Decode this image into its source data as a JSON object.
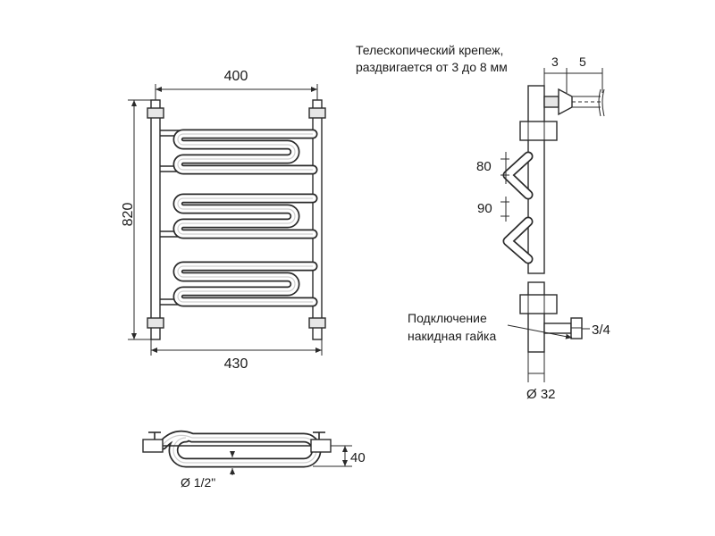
{
  "front_view": {
    "width_top": "400",
    "width_bottom": "430",
    "height": "820"
  },
  "side_view": {
    "telescopic_line1": "Телескопический крепеж,",
    "telescopic_line2": "раздвигается от 3 до 8 мм",
    "dim_3": "3",
    "dim_5": "5",
    "dim_80": "80",
    "dim_90": "90",
    "connection_line1": "Подключение",
    "connection_line2": "накидная гайка",
    "thread": "3/4",
    "diameter": "Ø 32"
  },
  "top_view": {
    "depth": "40",
    "pipe_diameter": "Ø 1/2\""
  },
  "colors": {
    "line": "#2a2a2a",
    "background": "#ffffff"
  }
}
